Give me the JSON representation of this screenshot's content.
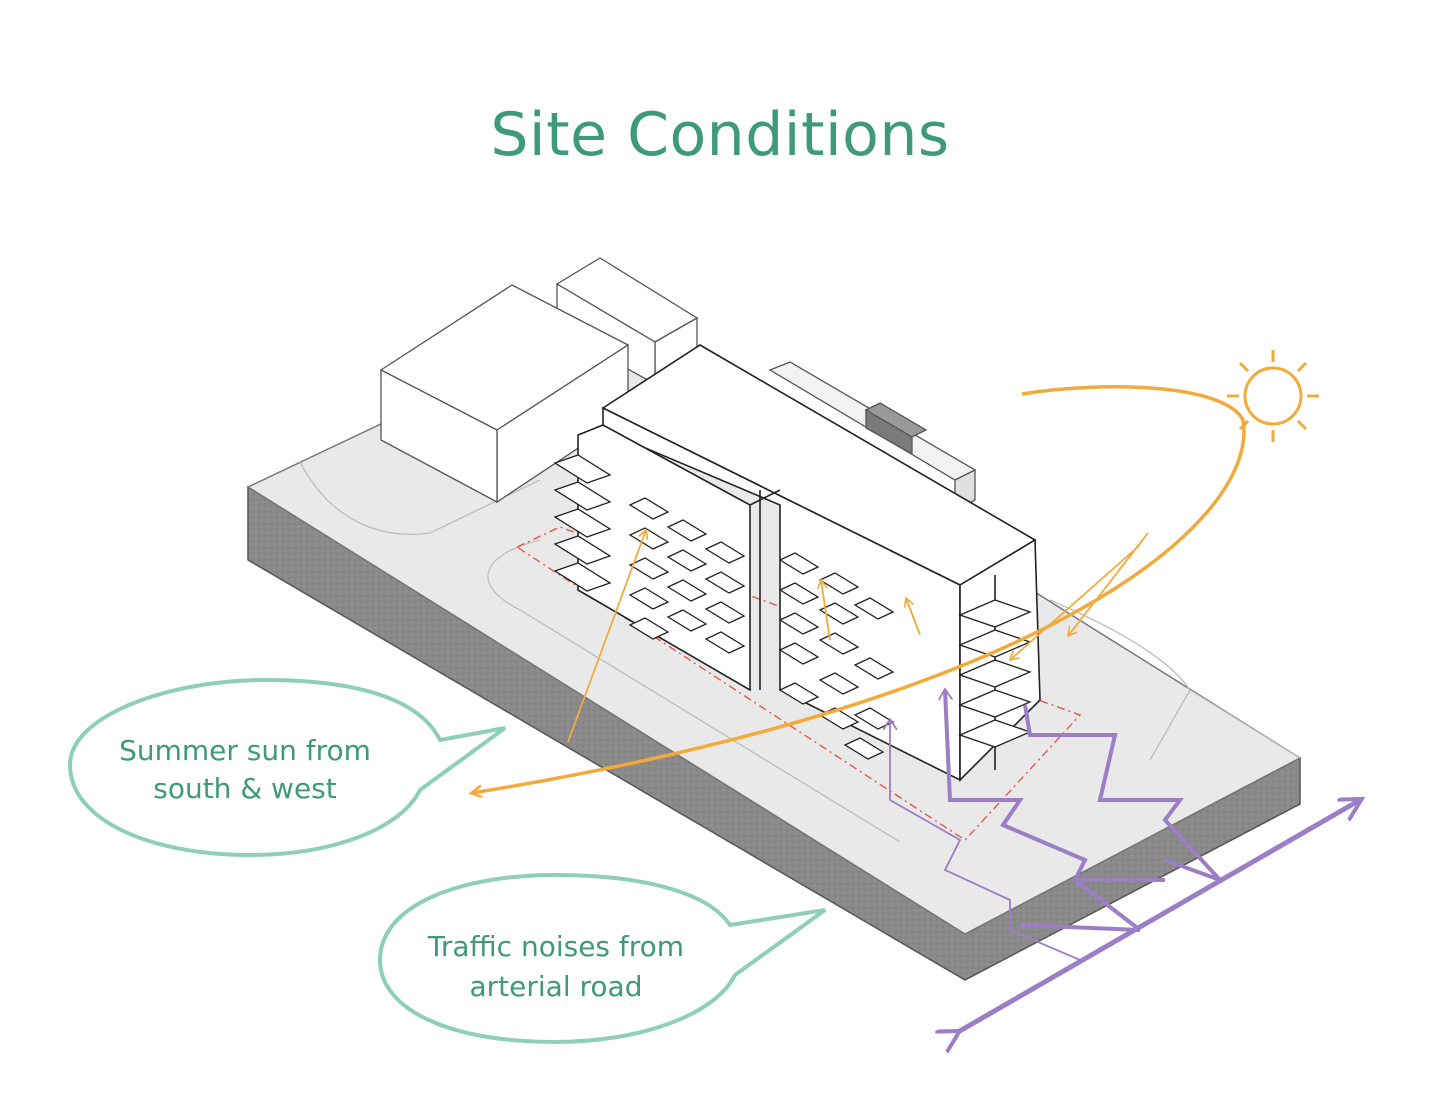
{
  "title": "Site Conditions",
  "callouts": {
    "sun": {
      "line1": "Summer sun from",
      "line2": "south & west"
    },
    "traffic": {
      "line1": "Traffic noises from",
      "line2": "arterial road"
    }
  },
  "colors": {
    "title": "#3f9a78",
    "callout_text": "#3f9a78",
    "callout_outline": "#8fcfb9",
    "sun": "#f2aa3c",
    "noise": "#9b7ec6",
    "site_boundary": "#e8564a",
    "ground_top": "#e9e9e9",
    "ground_side": "#8c8c8c"
  },
  "icons": [
    "sun-icon",
    "sun-path-arrow",
    "noise-wave-arrows",
    "road-double-arrow"
  ]
}
